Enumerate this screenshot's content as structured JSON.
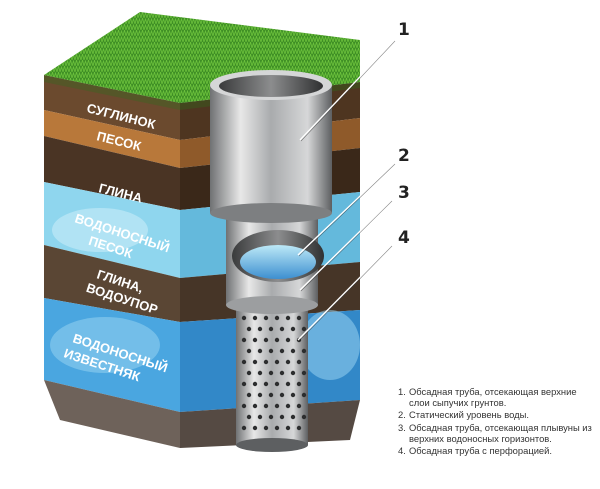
{
  "diagram": {
    "layers": [
      {
        "id": "loam",
        "label": "СУГЛИНОК",
        "color": "#6b4a2e"
      },
      {
        "id": "sand",
        "label": "ПЕСОК",
        "color": "#b8783a"
      },
      {
        "id": "clay",
        "label": "ГЛИНА",
        "color": "#4a3424"
      },
      {
        "id": "aquifer-sand",
        "label": "ВОДОНОСНЫЙ ПЕСОК",
        "color": "#8fd6ee"
      },
      {
        "id": "clay-aquitard",
        "label": "ГЛИНА, ВОДОУПОР",
        "color": "#5a4634"
      },
      {
        "id": "aquifer-limestone",
        "label": "ВОДОНОСНЫЙ ИЗВЕСТНЯК",
        "color": "#4aa6e0"
      },
      {
        "id": "bedrock",
        "label": "",
        "color": "#6e625a"
      }
    ],
    "callouts": [
      "1",
      "2",
      "3",
      "4"
    ],
    "legend": [
      {
        "num": "1.",
        "text": "Обсадная труба, отсекающая верхние слои сыпучих грунтов."
      },
      {
        "num": "2.",
        "text": "Статический уровень воды."
      },
      {
        "num": "3.",
        "text": "Обсадная труба, отсекающая плывуны из верхних водоносных горизонтов."
      },
      {
        "num": "4.",
        "text": "Обсадная труба с перфорацией."
      }
    ]
  }
}
